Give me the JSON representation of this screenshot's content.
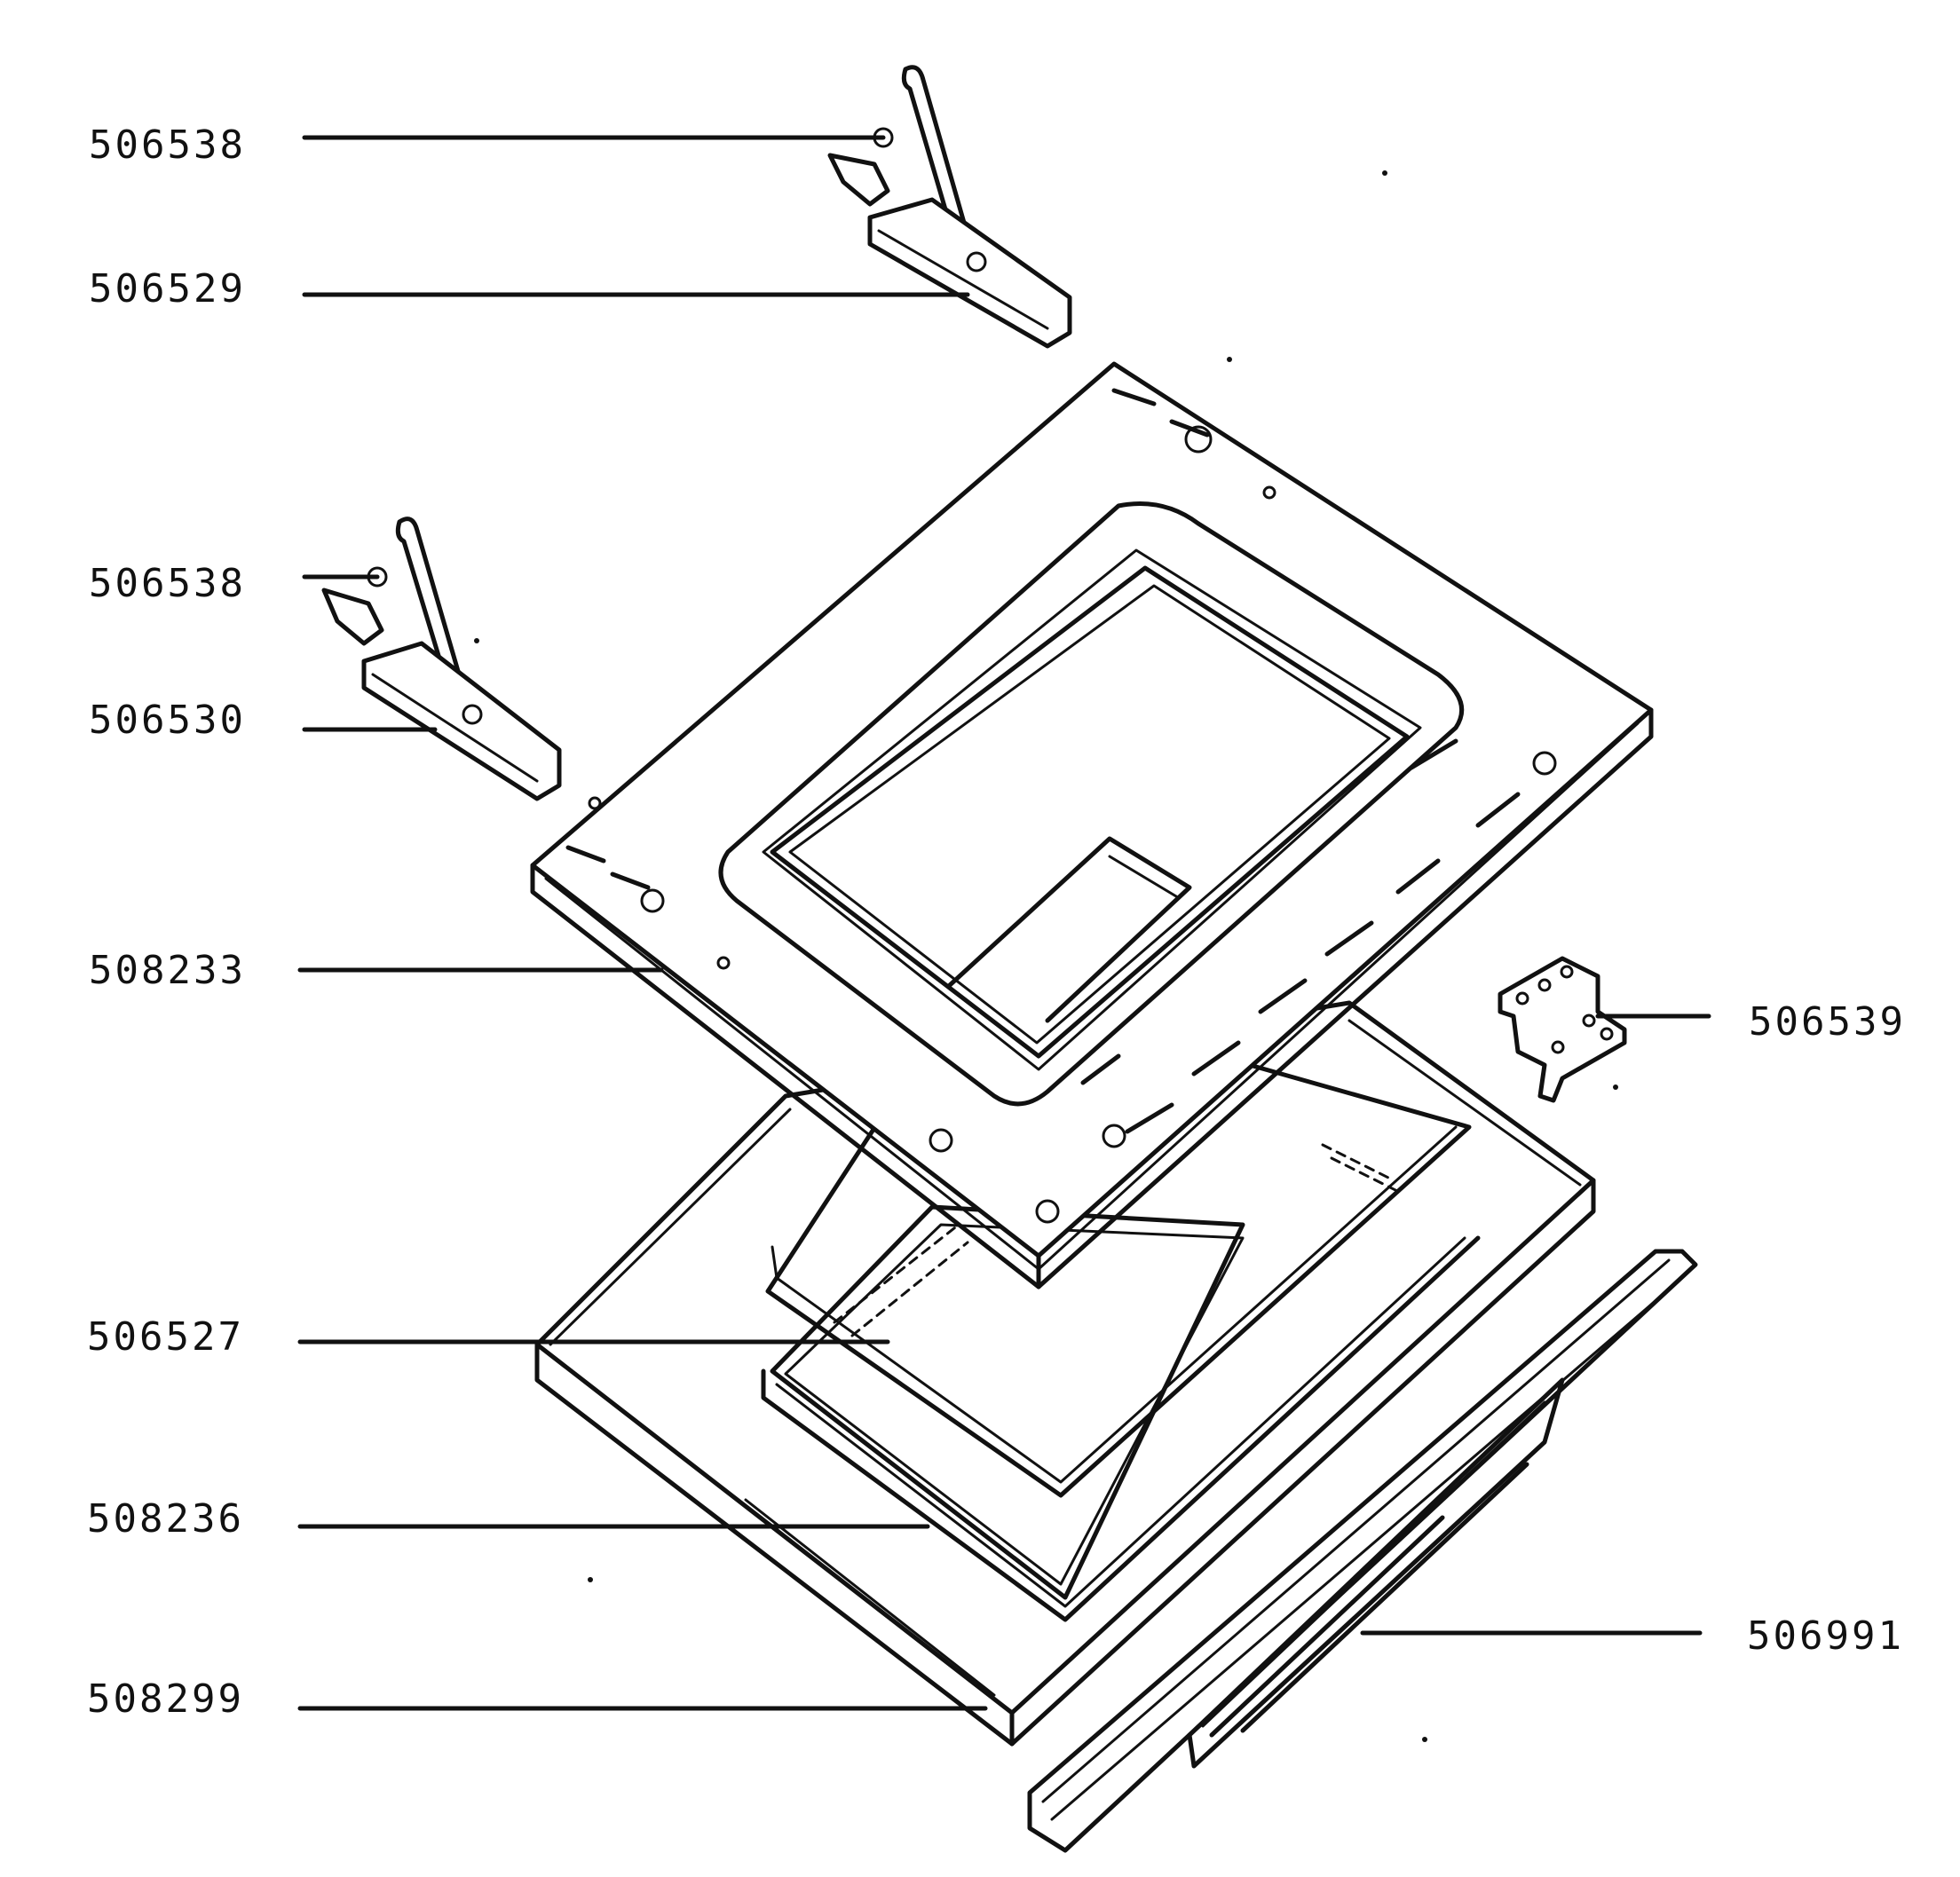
{
  "callouts": [
    {
      "id": "hinge-screw-top",
      "label": "506538"
    },
    {
      "id": "hinge-right",
      "label": "506529"
    },
    {
      "id": "hinge-screw-left",
      "label": "506538"
    },
    {
      "id": "hinge-left",
      "label": "506530"
    },
    {
      "id": "inner-door-panel",
      "label": "508233"
    },
    {
      "id": "door-glass",
      "label": "506527"
    },
    {
      "id": "door-seal",
      "label": "508236"
    },
    {
      "id": "outer-door-panel",
      "label": "508299"
    },
    {
      "id": "door-catch",
      "label": "506539"
    },
    {
      "id": "door-handle",
      "label": "506991"
    }
  ]
}
